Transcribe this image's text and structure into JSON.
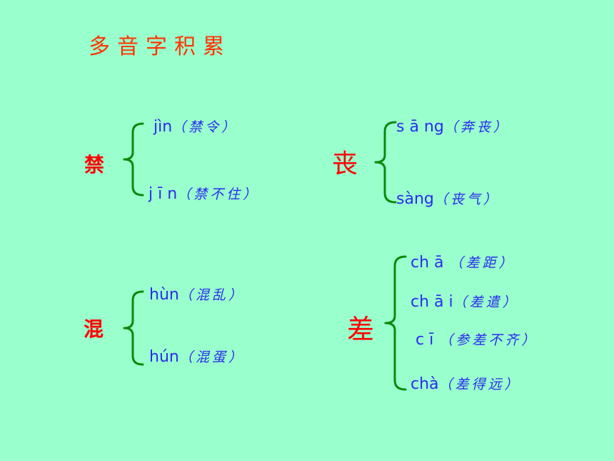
{
  "title": "多音字积累",
  "colors": {
    "background": "#99ffcc",
    "title": "#ff3300",
    "char": "#ff0000",
    "pinyin": "#2b2bf0",
    "brace": "#0a8a0a"
  },
  "groups": [
    {
      "char": "禁",
      "readings": [
        {
          "pinyin": "jìn",
          "gloss": "（禁令）"
        },
        {
          "pinyin": "j ī n",
          "gloss": "（禁不住）"
        }
      ]
    },
    {
      "char": "丧",
      "readings": [
        {
          "pinyin": "s ā ng",
          "gloss": "（奔丧）"
        },
        {
          "pinyin": "sàng",
          "gloss": "（丧气）"
        }
      ]
    },
    {
      "char": "混",
      "readings": [
        {
          "pinyin": "hùn",
          "gloss": "（混乱）"
        },
        {
          "pinyin": "hún",
          "gloss": "（混蛋）"
        }
      ]
    },
    {
      "char": "差",
      "readings": [
        {
          "pinyin": "ch ā",
          "gloss": "（差距）"
        },
        {
          "pinyin": "ch ā i",
          "gloss": "（差遣）"
        },
        {
          "pinyin": "c ī",
          "gloss": "（参差不齐）"
        },
        {
          "pinyin": "chà",
          "gloss": "（差得远）"
        }
      ]
    }
  ]
}
